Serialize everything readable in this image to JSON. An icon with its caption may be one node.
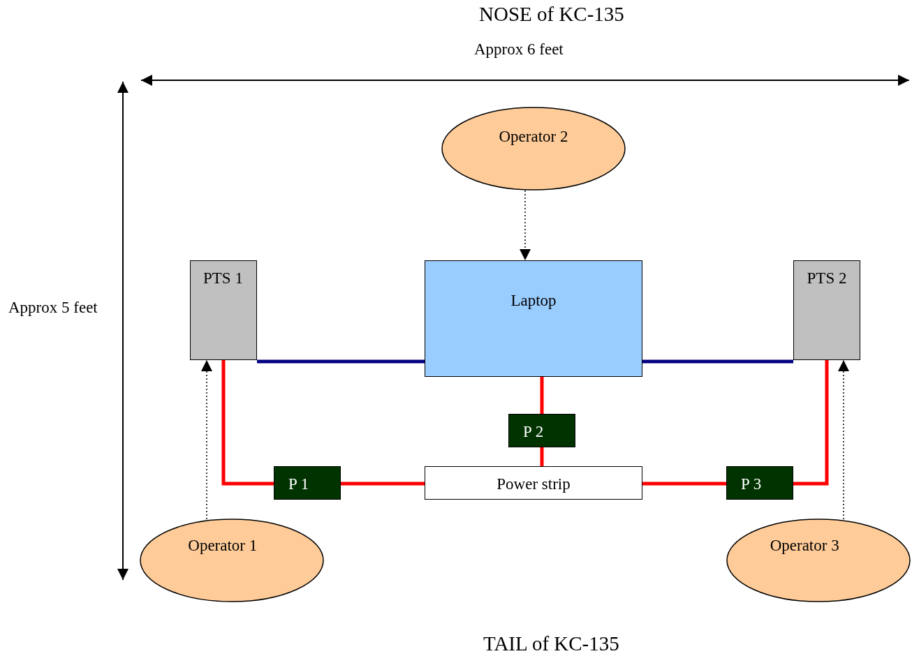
{
  "diagram": {
    "title": "NOSE of KC-135",
    "caption": "TAIL of KC-135",
    "nodes": [
      {
        "text": [
          "Operator 2"
        ]
      },
      {
        "text": [
          "PTS 1"
        ]
      },
      {
        "text": [
          "Laptop"
        ]
      },
      {
        "text": [
          "PTS 2"
        ]
      },
      {
        "text": [
          "P 2"
        ]
      },
      {
        "text": [
          "P 1"
        ]
      },
      {
        "text": [
          "Power strip"
        ]
      },
      {
        "text": [
          "P 3"
        ]
      },
      {
        "text": [
          "Operator 1"
        ]
      },
      {
        "text": [
          "Operator 3"
        ]
      }
    ],
    "edges": [
      {
        "from": 0,
        "to": 2,
        "arrow": "to",
        "style": "dashed",
        "color": "#000000"
      },
      {
        "from": 1,
        "to": 2,
        "arrow": "none",
        "color": "#000080"
      },
      {
        "from": 2,
        "to": 3,
        "arrow": "none",
        "color": "#000080"
      },
      {
        "from": 2,
        "to": 4,
        "arrow": "none"
      },
      {
        "from": 4,
        "to": 6,
        "arrow": "none"
      },
      {
        "from": 1,
        "to": 5,
        "arrow": "none"
      },
      {
        "from": 5,
        "to": 6,
        "arrow": "none"
      },
      {
        "from": 6,
        "to": 7,
        "arrow": "none"
      },
      {
        "from": 7,
        "to": 3,
        "arrow": "none"
      },
      {
        "from": 8,
        "to": 1,
        "arrow": "to",
        "style": "dashed",
        "color": "#000000"
      },
      {
        "from": 9,
        "to": 3,
        "arrow": "to",
        "style": "dashed",
        "color": "#000000"
      }
    ],
    "labels": [
      "Approx 6 feet",
      "Approx 5 feet"
    ]
  }
}
